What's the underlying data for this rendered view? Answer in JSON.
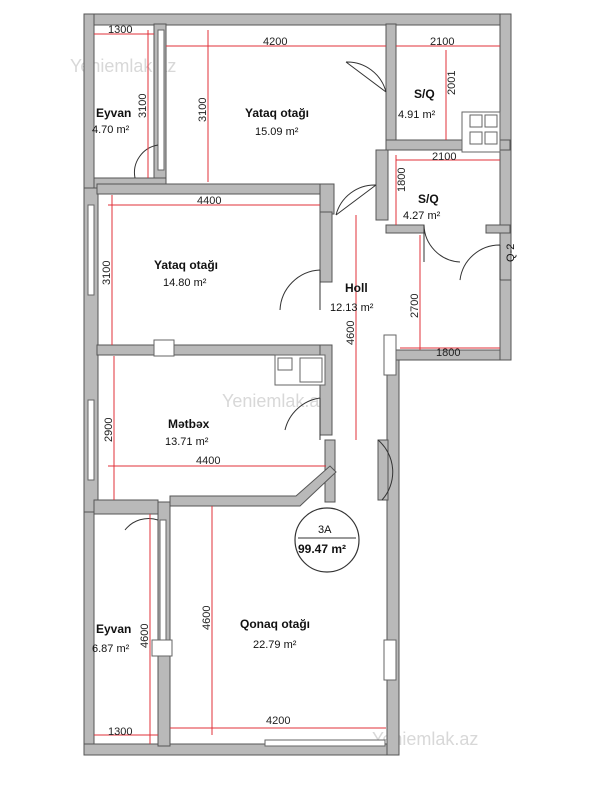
{
  "rooms": {
    "eyvan_top": {
      "name": "Eyvan",
      "area": "4.70  m²"
    },
    "yataq_top": {
      "name": "Yataq otağı",
      "area": "15.09 m²"
    },
    "sq_top": {
      "name": "S/Q",
      "area": "4.91  m²"
    },
    "sq_mid": {
      "name": "S/Q",
      "area": "4.27  m²"
    },
    "yataq_mid": {
      "name": "Yataq otağı",
      "area": "14.80 m²"
    },
    "holl": {
      "name": "Holl",
      "area": "12.13 m²"
    },
    "metbex": {
      "name": "Mətbəx",
      "area": "13.71 m²"
    },
    "eyvan_bot": {
      "name": "Eyvan",
      "area": "6.87 m²"
    },
    "qonaq": {
      "name": "Qonaq otağı",
      "area": "22.79 m²"
    }
  },
  "badge": {
    "code": "3A",
    "total": "99.47 m²"
  },
  "shaft": "Q-2",
  "dims": {
    "d1300_top": "1300",
    "d4200_top": "4200",
    "d2100_top": "2100",
    "d2001": "2001",
    "d3100_eyvan": "3100",
    "d3100_yataq": "3100",
    "d2100_mid": "2100",
    "d1800_v": "1800",
    "d4400_yataq": "4400",
    "d3100_yataq2": "3100",
    "d2700": "2700",
    "d4600_holl": "4600",
    "d1800_h": "1800",
    "d2900": "2900",
    "d4400_metbex": "4400",
    "d4600_eyvan": "4600",
    "d4600_qonaq": "4600",
    "d1300_bot": "1300",
    "d4200_bot": "4200"
  },
  "watermark": "Yeniemlak.az"
}
